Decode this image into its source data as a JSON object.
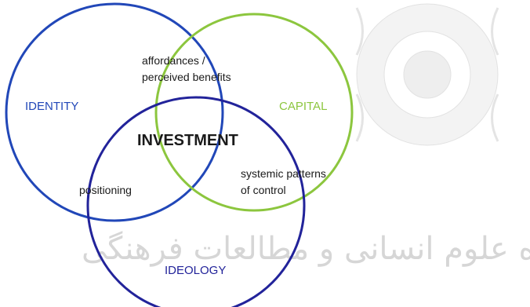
{
  "diagram": {
    "center_label": "INVESTMENT",
    "circles": {
      "identity": {
        "label": "IDENTITY",
        "color": "#2147b8"
      },
      "capital": {
        "label": "CAPITAL",
        "color": "#8cc63e"
      },
      "ideology": {
        "label": "IDEOLOGY",
        "color": "#22239a"
      }
    },
    "intersections": {
      "identity_capital_line1": "affordances /",
      "identity_capital_line2": "perceived benefits",
      "capital_ideology_line1": "systemic patterns",
      "capital_ideology_line2": "of control",
      "identity_ideology": "positioning"
    },
    "text_color": "#1a1a1a"
  },
  "watermark": {
    "text": "پژوهشگاه علوم انسانی و مطالعات فرهنگی",
    "color": "#d6d6d6"
  }
}
